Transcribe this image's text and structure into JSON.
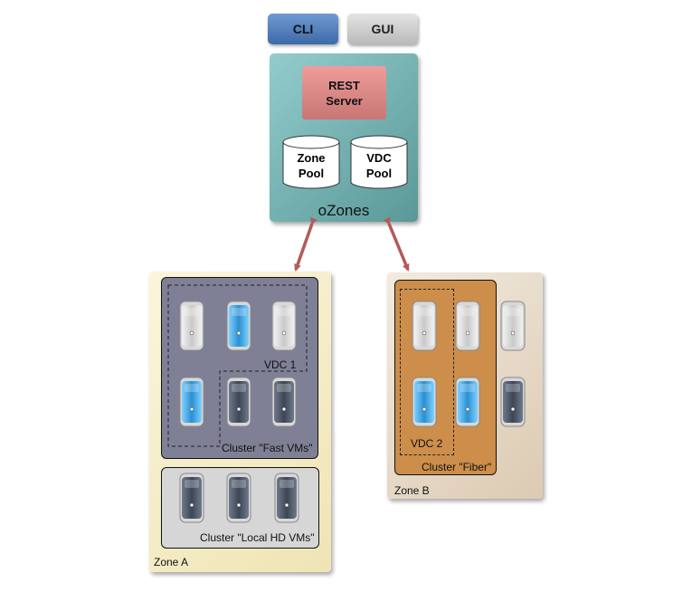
{
  "clients": {
    "cli": "CLI",
    "gui": "GUI"
  },
  "ozones": {
    "label": "oZones",
    "rest_server": [
      "REST",
      "Server"
    ],
    "zone_pool": [
      "Zone",
      "Pool"
    ],
    "vdc_pool": [
      "VDC",
      "Pool"
    ]
  },
  "zone_a": {
    "label": "Zone A",
    "cluster_fast": "Cluster \"Fast VMs\"",
    "cluster_local": "Cluster \"Local HD VMs\"",
    "vdc": "VDC 1"
  },
  "zone_b": {
    "label": "Zone B",
    "cluster_fiber": "Cluster \"Fiber\"",
    "vdc": "VDC 2"
  },
  "colors": {
    "server_silver": "#c9c9c9",
    "server_blue": "#2a8fd0",
    "server_graphite": "#3c4656",
    "arrow": "#b35a5a"
  }
}
